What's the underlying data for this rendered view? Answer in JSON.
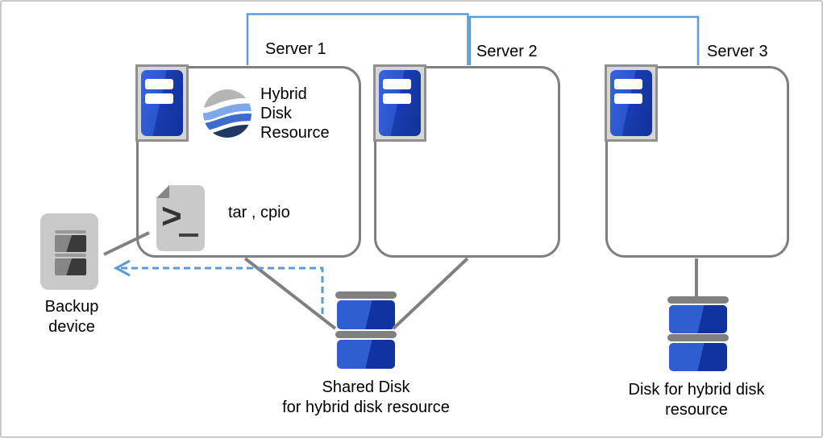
{
  "colors": {
    "network_line_blue": "#5B9BD5",
    "dashed_arrow_blue": "#5B9BD5",
    "connector_gray": "#808080",
    "box_border_gray": "#7F7F7F",
    "server_icon_blue": "#2A55CE",
    "disk_blue_light": "#2F5ED1",
    "disk_blue_dark": "#1133A0",
    "wave_gray": "#B5B5B5",
    "wave_light_blue": "#7FA8EA",
    "wave_mid_blue": "#3E6BCB",
    "wave_navy": "#1F3864",
    "icon_frame_gray": "#8F8F8F",
    "text": "#000000"
  },
  "servers": [
    {
      "name": "Server 1"
    },
    {
      "name": "Server 2"
    },
    {
      "name": "Server 3"
    }
  ],
  "hybrid_disk_resource": {
    "lines": [
      "Hybrid",
      "Disk",
      "Resource"
    ]
  },
  "backup_tools": {
    "label": "tar , cpio"
  },
  "backup_device": {
    "lines": [
      "Backup",
      "device"
    ]
  },
  "shared_disk": {
    "lines": [
      "Shared Disk",
      "for hybrid disk resource"
    ]
  },
  "hybrid_disk": {
    "lines": [
      "Disk for hybrid disk",
      "resource"
    ]
  },
  "icons": {
    "server": "server-tower-icon",
    "hybrid_resource": "wave-globe-icon",
    "script": "shell-script-icon",
    "backup": "tape-drive-icon",
    "disk": "disk-stack-icon"
  }
}
